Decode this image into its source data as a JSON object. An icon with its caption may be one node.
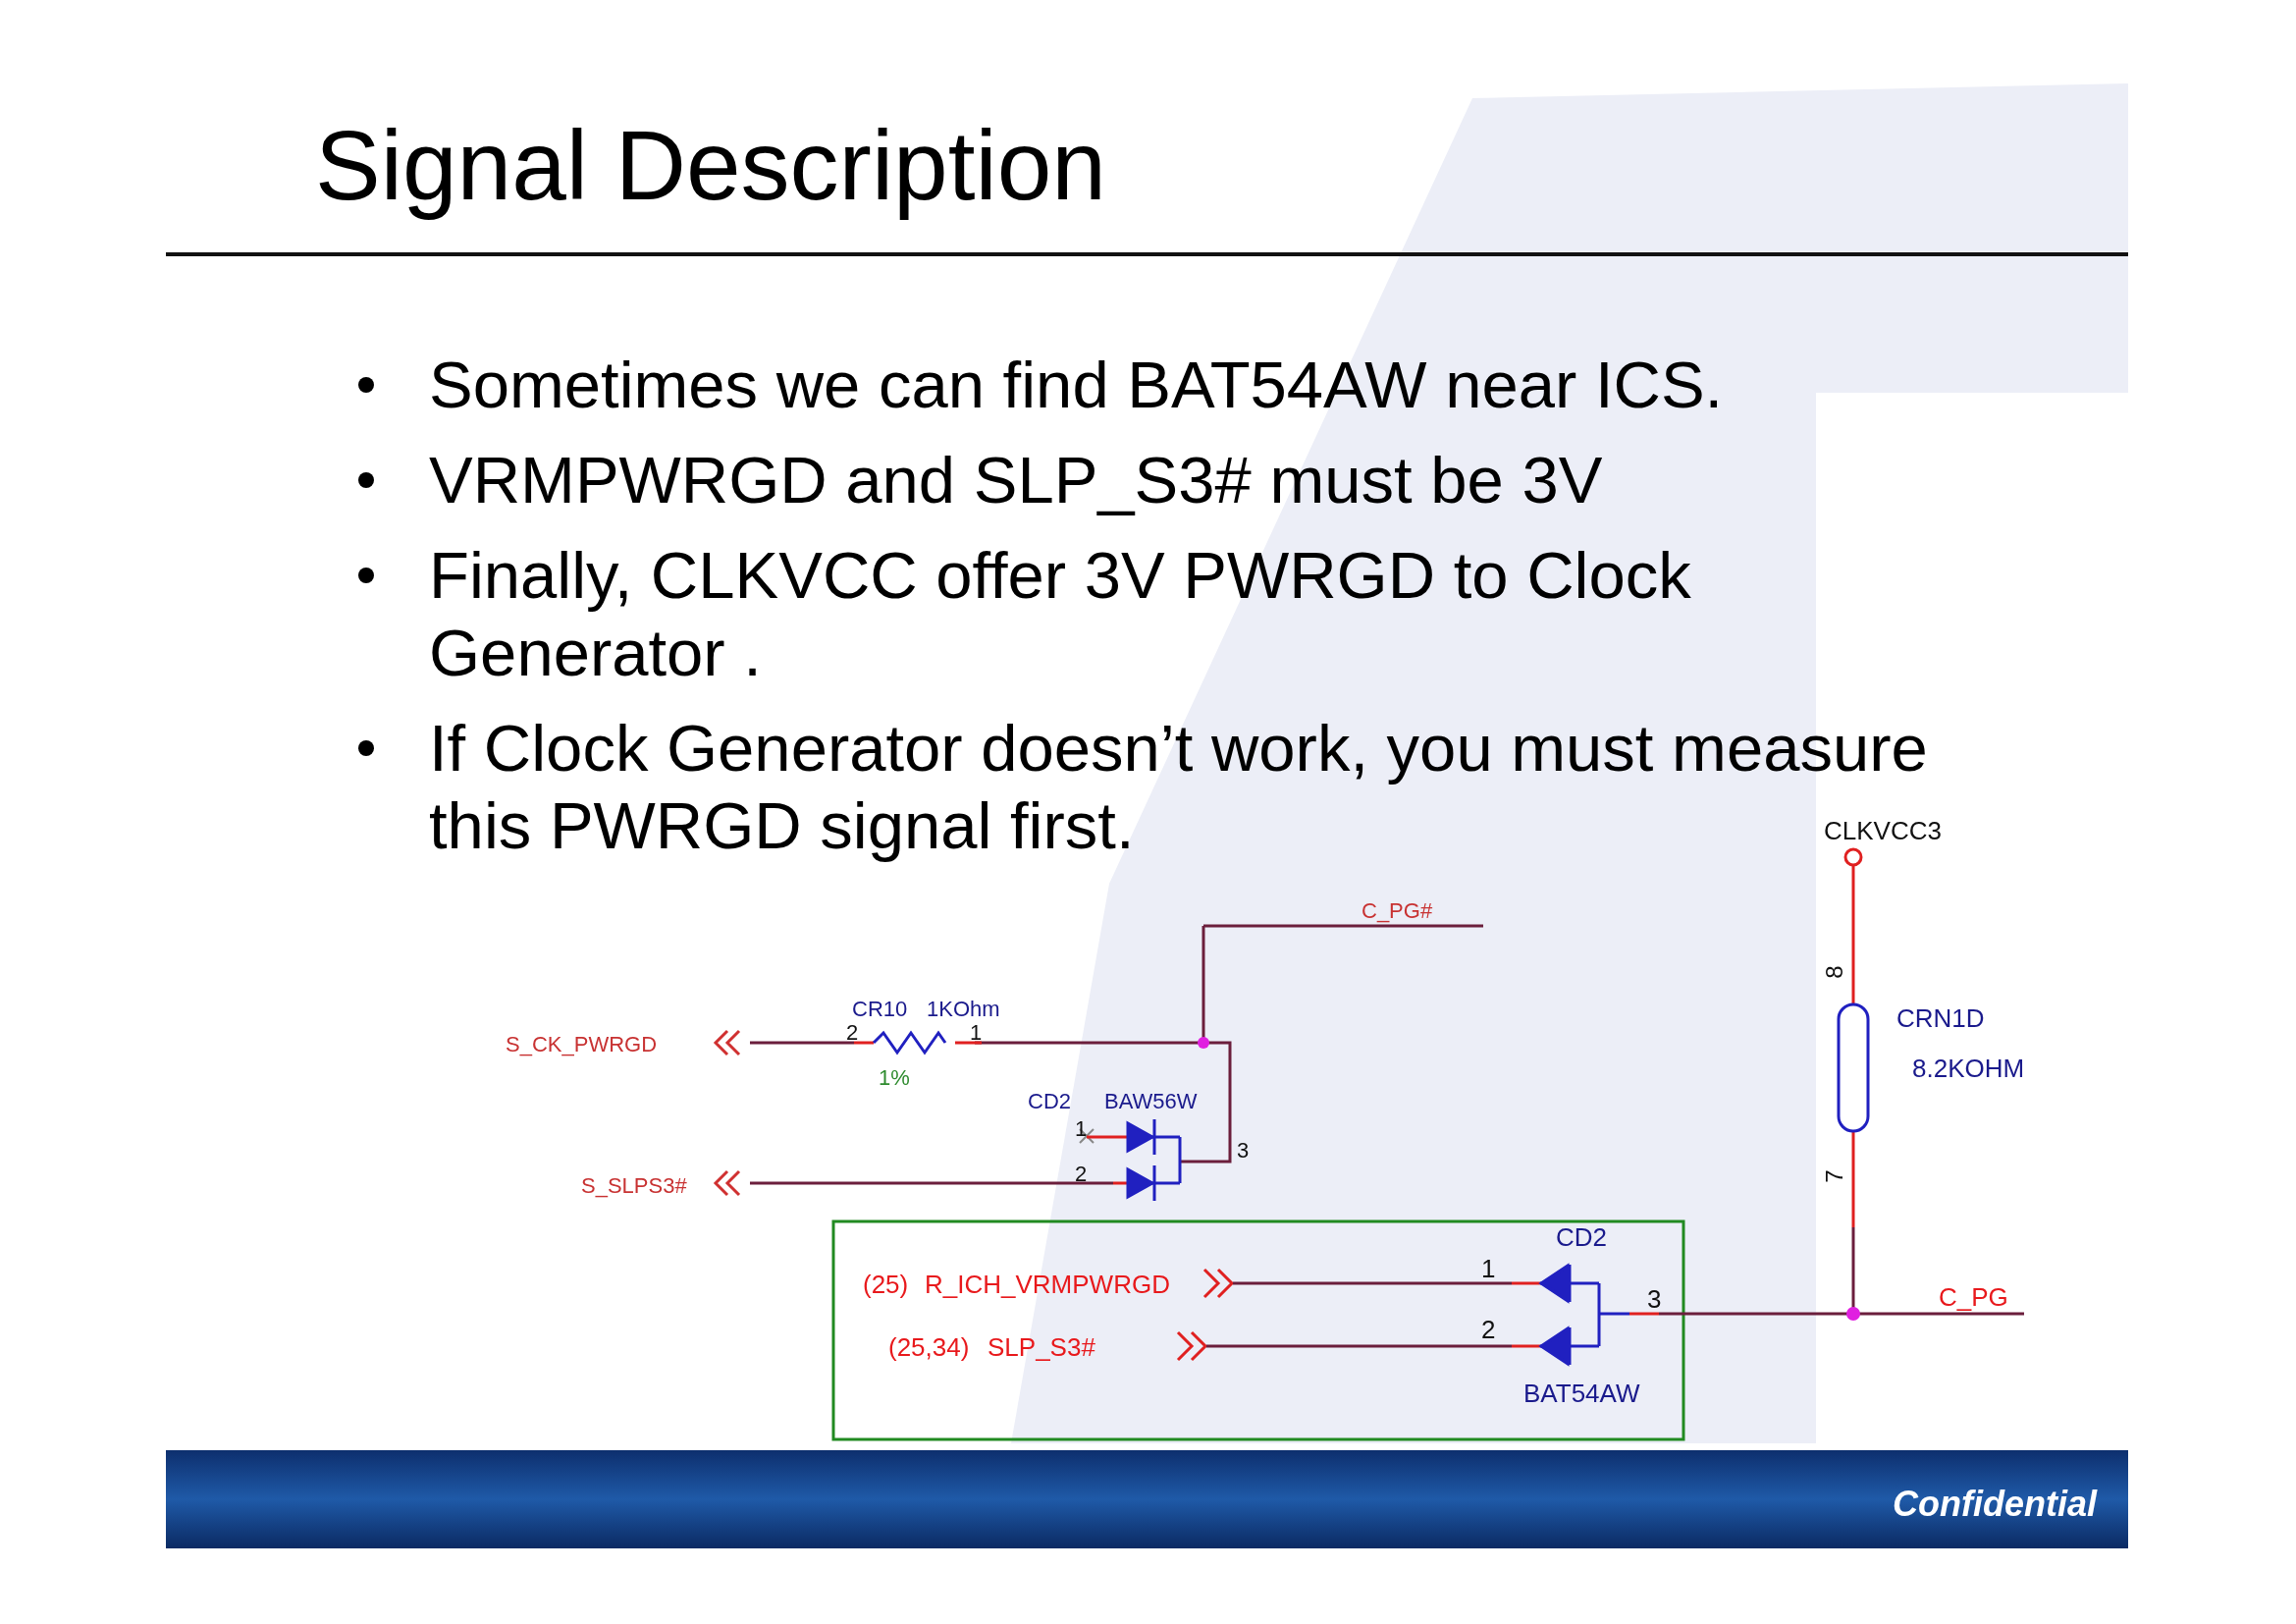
{
  "diagram": {
    "title": "Signal Description",
    "labels": [
      "Sometimes we can find BAT54AW near ICS.",
      "VRMPWRGD and SLP_S3# must be 3V",
      "Finally, CLKVCC offer 3V PWRGD to Clock Generator .",
      "If Clock Generator doesn’t work, you must measure this PWRGD signal first.",
      "CLKVCC3",
      "C_PG#",
      "8",
      "CR10",
      "1KOhm",
      "CRN1D",
      "S_CK_PWRGD",
      "2",
      "1",
      "8.2KOHM",
      "1%",
      "CD2",
      "BAW56W",
      "1",
      "3",
      "7",
      "S_SLPS3#",
      "2",
      "CD2",
      "1",
      "(25)",
      "R_ICH_VRMPWRGD",
      "3",
      "C_PG",
      "2",
      "(25,34)",
      "SLP_S3#",
      "BAT54AW",
      "Confidential"
    ]
  }
}
